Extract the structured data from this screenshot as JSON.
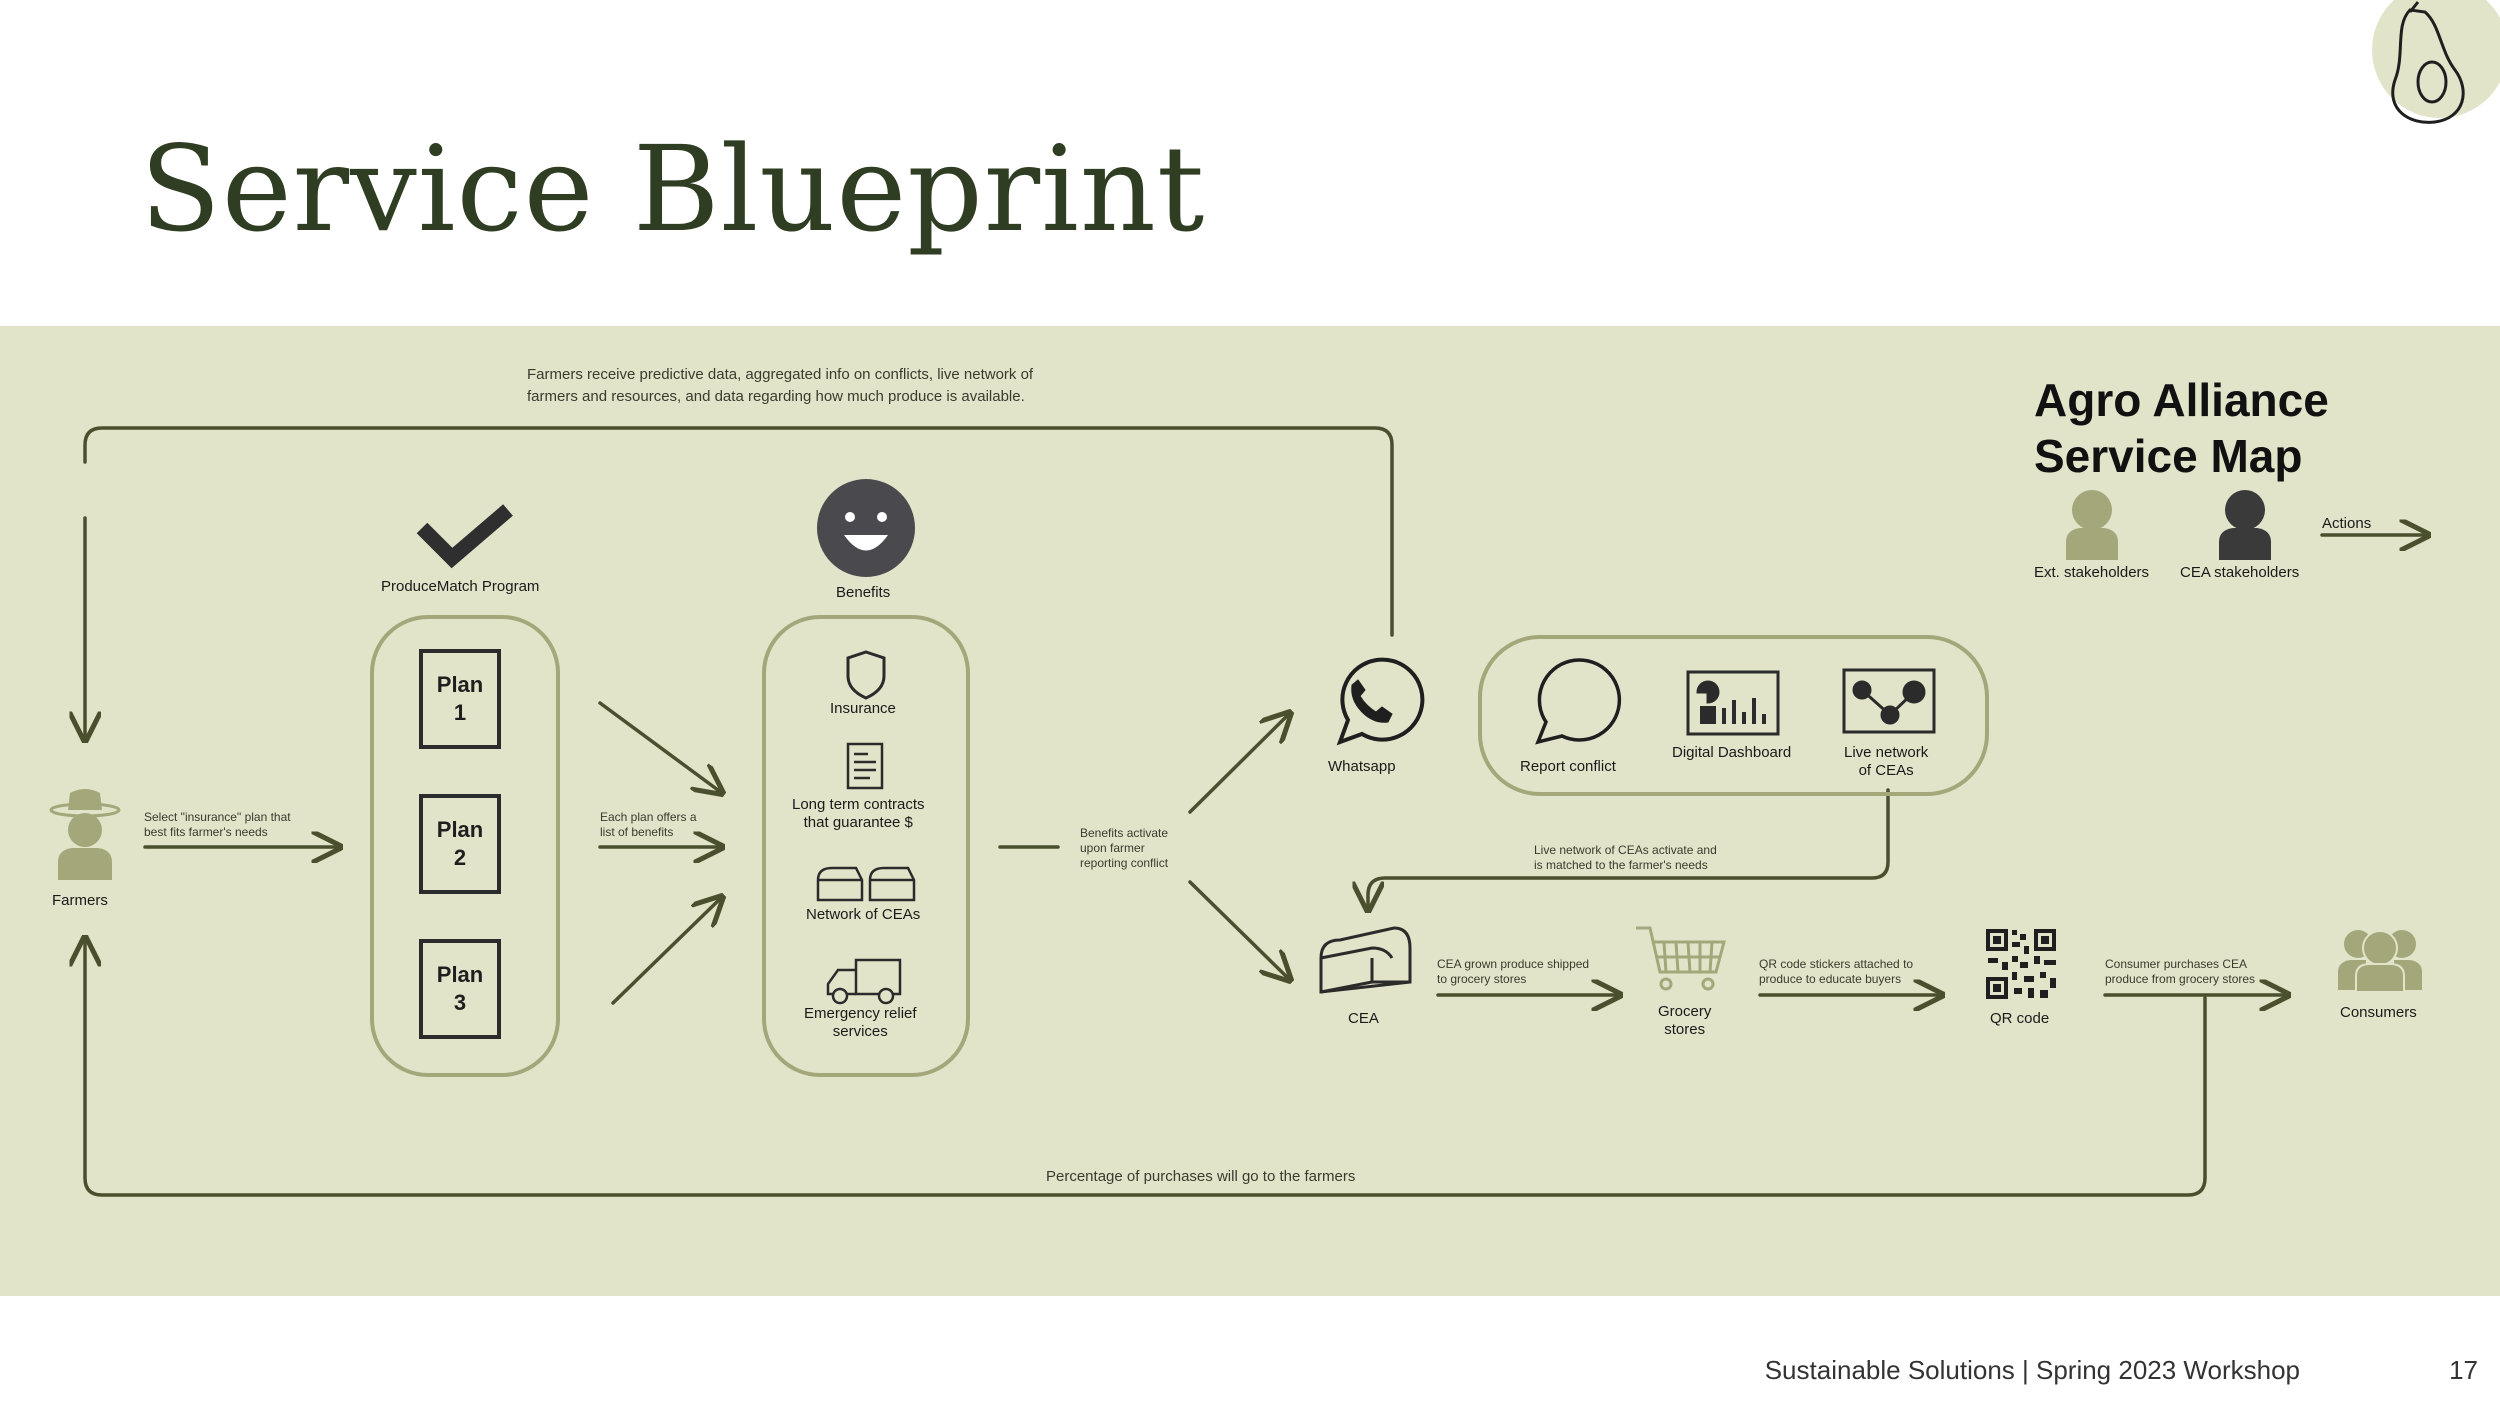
{
  "title": "Service Blueprint",
  "legend": {
    "title": "Agro Alliance\nService Map",
    "ext": "Ext. stakeholders",
    "cea": "CEA stakeholders",
    "actions": "Actions"
  },
  "top_note": "Farmers receive predictive data,  aggregated info on conflicts, live network of\nfarmers and resources, and data regarding how much produce is available.",
  "farmers": "Farmers",
  "select_note": "Select \"insurance\" plan that\nbest fits farmer's needs",
  "producematch": "ProduceMatch Program",
  "plans": [
    "Plan\n1",
    "Plan\n2",
    "Plan\n3"
  ],
  "each_plan_note": "Each plan offers a\nlist of benefits",
  "benefits": {
    "label": "Benefits",
    "items": [
      "Insurance",
      "Long term contracts\nthat guarantee $",
      "Network of CEAs",
      "Emergency relief\nservices"
    ]
  },
  "activate_note": "Benefits activate\nupon farmer\nreporting conflict",
  "whatsapp": "Whatsapp",
  "whatsapp_features": [
    "Report conflict",
    "Digital Dashboard",
    "Live network\nof CEAs"
  ],
  "live_note": "Live network of CEAs activate and\nis matched to the farmer's needs",
  "cea": "CEA",
  "shipped_note": "CEA grown produce shipped\nto grocery stores",
  "grocery": "Grocery\nstores",
  "qr_note": "QR code stickers attached to\nproduce to educate buyers",
  "qr": "QR code",
  "consumer_note": "Consumer purchases CEA\nproduce from grocery stores",
  "consumers": "Consumers",
  "percentage_note": "Percentage of purchases will go to the farmers",
  "footer": "Sustainable Solutions | Spring 2023 Workshop",
  "page": "17",
  "colors": {
    "band": "#e2e4c9",
    "ext": "#a3a77a",
    "cea": "#3a3a3a",
    "line": "#4a4f2e",
    "title": "#2f3d22"
  }
}
